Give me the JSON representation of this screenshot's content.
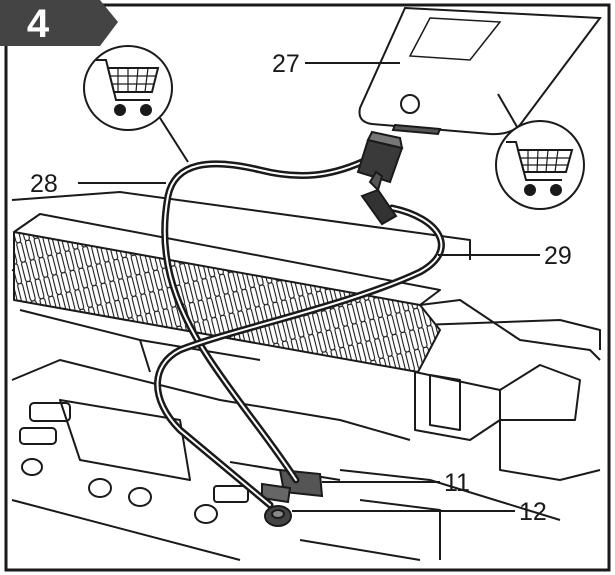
{
  "step": {
    "number": "4"
  },
  "callouts": [
    {
      "id": "27",
      "label": "27"
    },
    {
      "id": "28",
      "label": "28"
    },
    {
      "id": "29",
      "label": "29"
    },
    {
      "id": "11",
      "label": "11"
    },
    {
      "id": "12",
      "label": "12"
    }
  ],
  "icons": {
    "cart_left": "shopping-cart-icon",
    "cart_right": "shopping-cart-icon"
  },
  "colors": {
    "ink": "#1a1a1a",
    "badge": "#444444",
    "badge_text": "#ffffff",
    "background": "#ffffff"
  }
}
